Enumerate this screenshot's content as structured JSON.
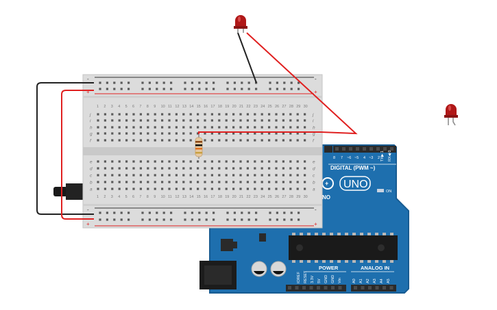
{
  "breadboard": {
    "rail_top_minus": "-",
    "rail_top_plus": "+",
    "rail_bottom_minus": "-",
    "rail_bottom_plus": "+",
    "columns": [
      "1",
      "2",
      "3",
      "4",
      "5",
      "6",
      "7",
      "8",
      "9",
      "10",
      "11",
      "12",
      "13",
      "14",
      "15",
      "16",
      "17",
      "18",
      "19",
      "20",
      "21",
      "22",
      "23",
      "24",
      "25",
      "26",
      "27",
      "28",
      "29",
      "30"
    ],
    "rows_top": [
      "f",
      "g",
      "h",
      "i",
      "j"
    ],
    "rows_bottom": [
      "e",
      "d",
      "c",
      "b",
      "a"
    ]
  },
  "arduino": {
    "digital_label": "DIGITAL (PWM ~)",
    "uno_label": "UNO",
    "on_label": "ON",
    "power_label": "POWER",
    "analog_label": "ANALOG IN",
    "tx_label": "TX▶ 1",
    "rx_label": "RX◀ 0",
    "digital_pins": [
      "8",
      "7",
      "~6",
      "~5",
      "4",
      "~3",
      "2"
    ],
    "power_pins": [
      "IOREF",
      "RESET",
      "3.3V",
      "5V",
      "GND",
      "GND",
      "Vin"
    ],
    "analog_pins": [
      "A0",
      "A1",
      "A2",
      "A3",
      "A4",
      "A5"
    ],
    "brand_suffix": "NO"
  },
  "colors": {
    "wire_red": "#e02020",
    "wire_black": "#222222",
    "arduino_blue": "#1e6fae",
    "led_red": "#b01818",
    "breadboard": "#dcdcdc"
  }
}
